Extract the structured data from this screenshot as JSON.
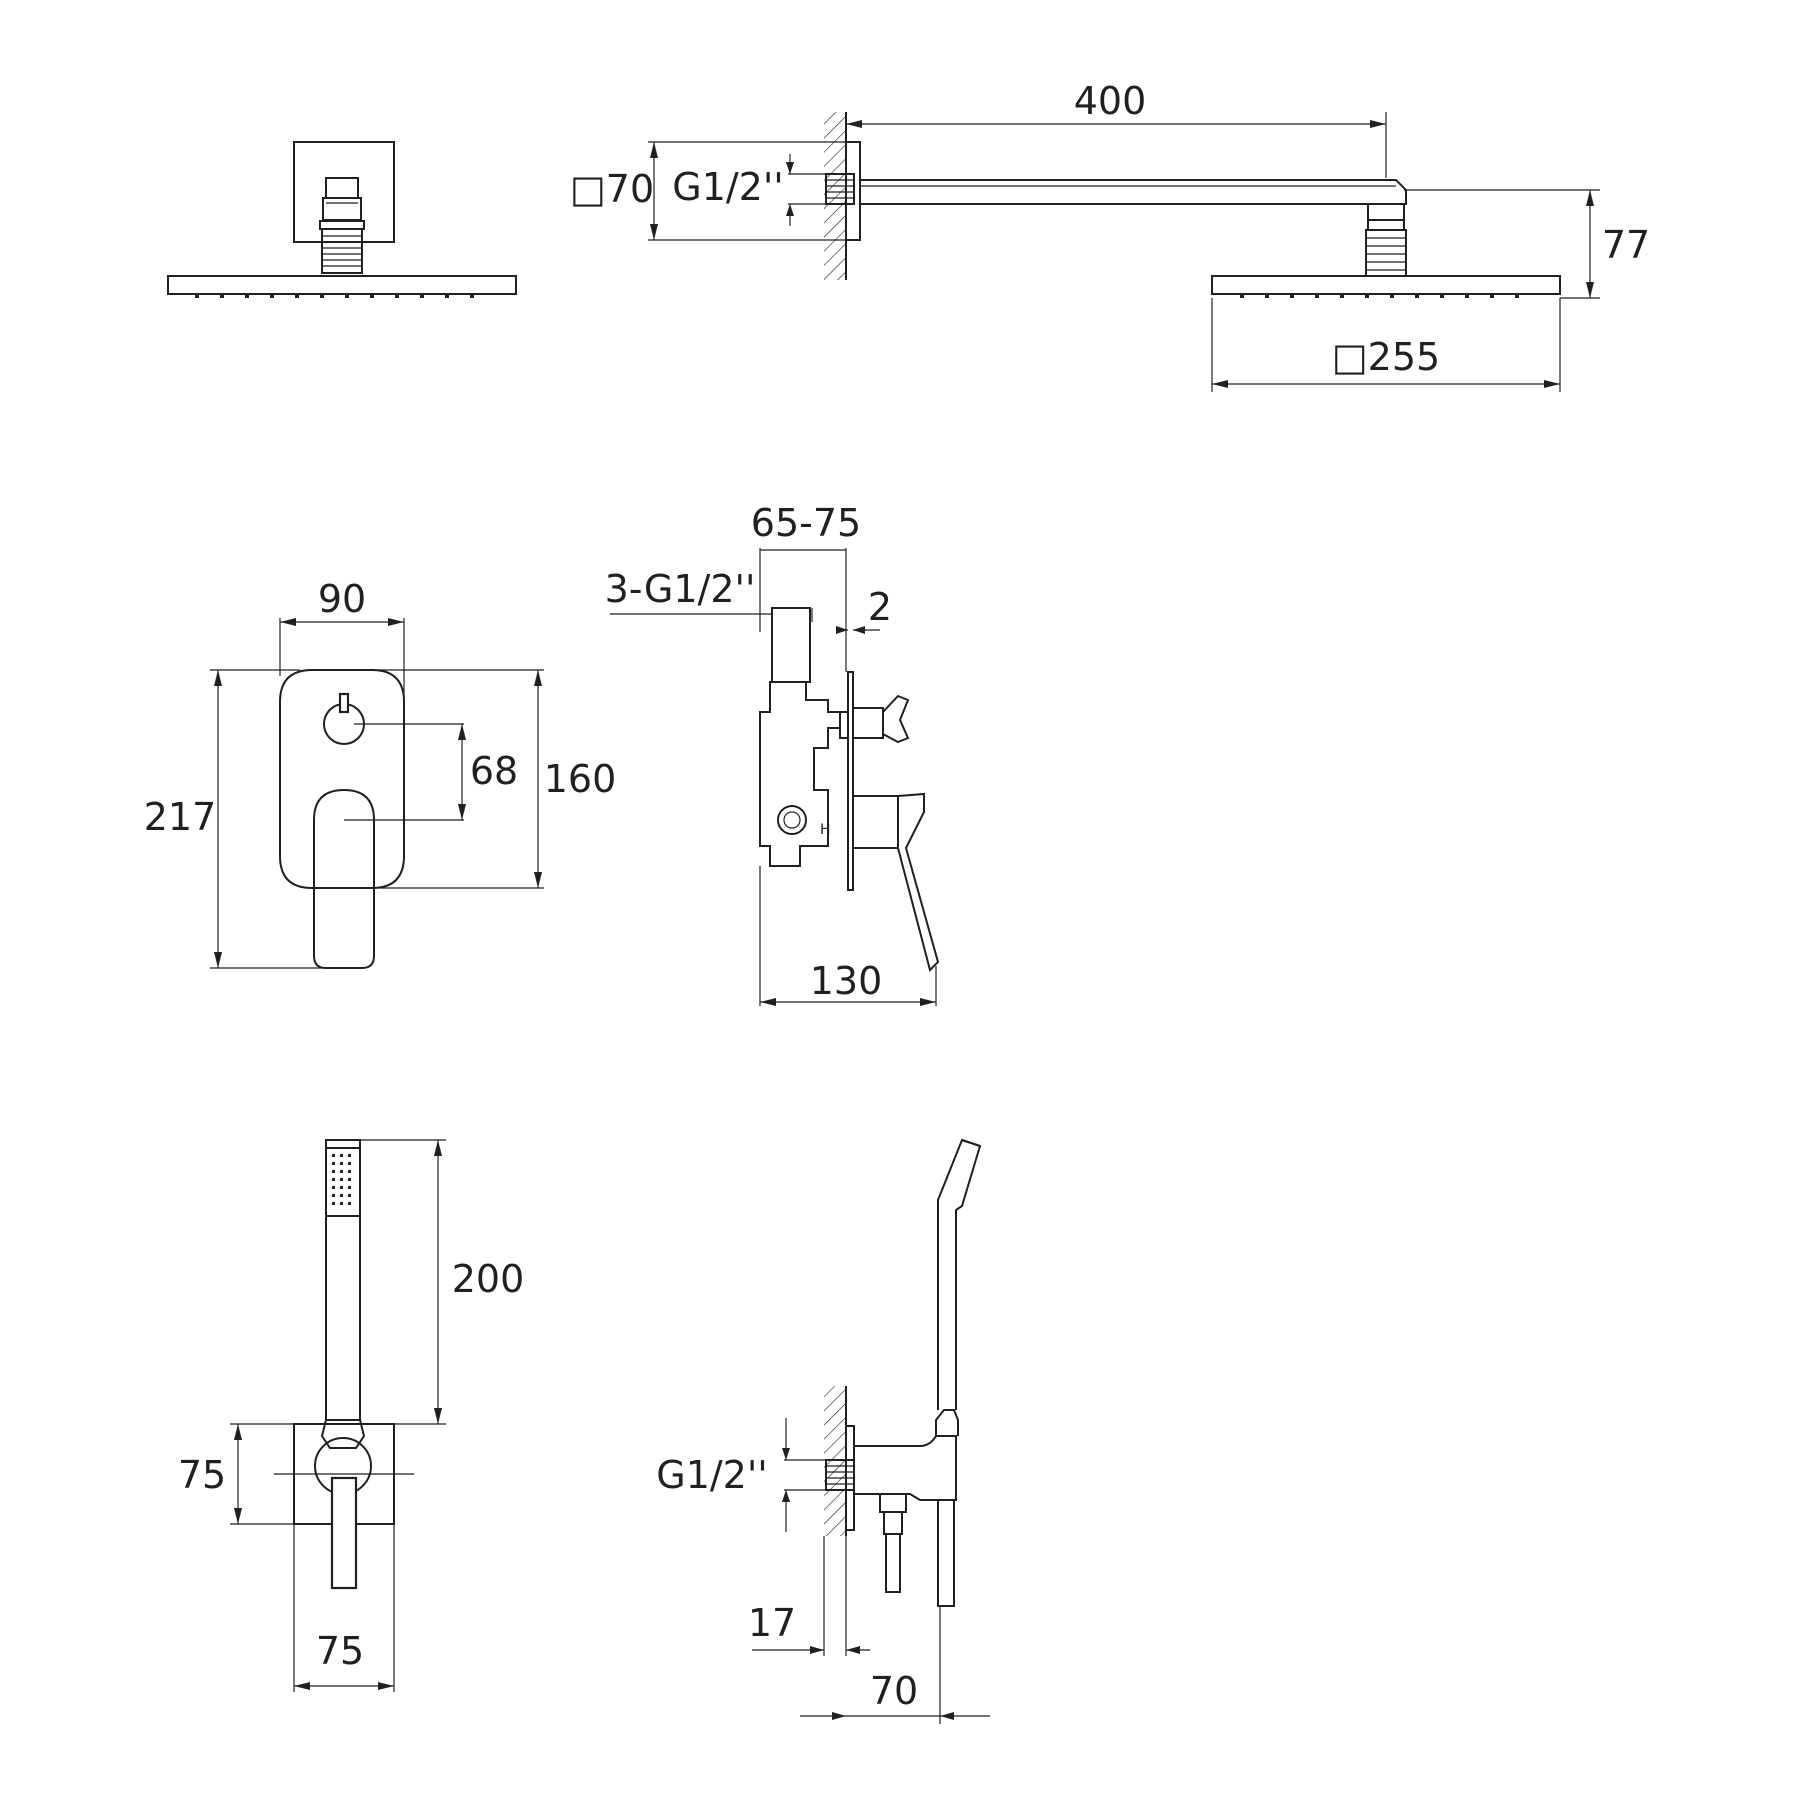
{
  "colors": {
    "line": "#231f20",
    "background": "#ffffff"
  },
  "labels": {
    "head_side_length": "400",
    "head_side_arm_square": "□70",
    "head_side_thread": "G1/2''",
    "head_side_height": "77",
    "head_side_square": "□255",
    "mixer_front_width": "90",
    "mixer_front_axis": "68",
    "mixer_front_plate_height": "160",
    "mixer_front_total_height": "217",
    "mixer_side_depth": "65-75",
    "mixer_side_connections": "3-G1/2''",
    "mixer_side_plate": "2",
    "mixer_side_total": "130",
    "hand_front_length": "200",
    "hand_front_block_height": "75",
    "hand_front_block_width": "75",
    "hand_side_thread": "G1/2''",
    "hand_side_wall_offset": "17",
    "hand_side_projection": "70"
  }
}
